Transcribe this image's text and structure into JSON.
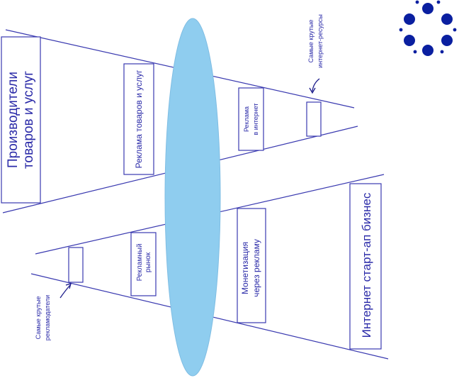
{
  "diagram": {
    "top_funnel": {
      "big_label_line1": "Производители",
      "big_label_line2": "товаров и услуг",
      "box1_label": "Реклама товаров и услуг",
      "box2_label_line1": "Реклама",
      "box2_label_line2": "в интернет",
      "note_line1": "Самые крутые",
      "note_line2": "интернет-ресурсы"
    },
    "bottom_funnel": {
      "big_label": "Интернет старт-ап бизнес",
      "box1_label_line1": "Рекламный",
      "box1_label_line2": "рынок",
      "box2_label_line1": "Монетизация",
      "box2_label_line2": "через рекламу",
      "note_line1": "Самые крутые",
      "note_line2": "рекламодатели"
    },
    "colors": {
      "line": "#3a3ab0",
      "text": "#2a2aa8",
      "lens": "#8fcdef",
      "logo": "#0a1fa0"
    },
    "logo_icon": "ring-of-dots-logo"
  }
}
